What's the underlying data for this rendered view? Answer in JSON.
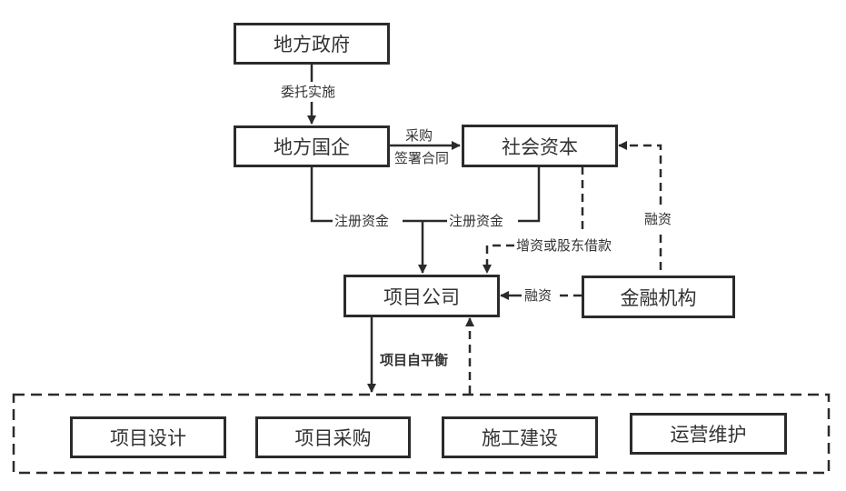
{
  "nodes": {
    "local_government": "地方政府",
    "local_soe": "地方国企",
    "social_capital": "社会资本",
    "project_company": "项目公司",
    "financial_institution": "金融机构",
    "project_design": "项目设计",
    "project_procurement": "项目采购",
    "construction": "施工建设",
    "operation_maintenance": "运营维护"
  },
  "edges": {
    "entrust": "委托实施",
    "procure": "采购",
    "sign_contract": "签署合同",
    "registered_capital_soe": "注册资金",
    "registered_capital_sc": "注册资金",
    "capital_increase_loan": "增资或股东借款",
    "financing_to_sc": "融资",
    "financing_to_pc": "融资",
    "self_balance": "项目自平衡"
  }
}
